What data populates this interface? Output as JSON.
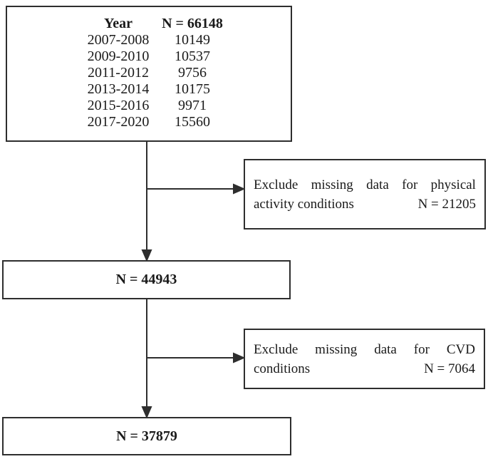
{
  "diagram": {
    "colors": {
      "border": "#2e2e2e",
      "text": "#1a1a1a",
      "background": "#ffffff"
    },
    "enrollment_table": {
      "header": {
        "year_label": "Year",
        "total_label": "N = 66148"
      },
      "rows": [
        {
          "year": "2007-2008",
          "n": "10149"
        },
        {
          "year": "2009-2010",
          "n": "10537"
        },
        {
          "year": "2011-2012",
          "n": "9756"
        },
        {
          "year": "2013-2014",
          "n": "10175"
        },
        {
          "year": "2015-2016",
          "n": "9971"
        },
        {
          "year": "2017-2020",
          "n": "15560"
        }
      ]
    },
    "exclusion_physical_activity": {
      "line1_words": {
        "w0": "Exclude",
        "w1": "missing",
        "w2": "data",
        "w3": "for",
        "w4": "physical"
      },
      "line2_left": "activity conditions",
      "line2_right": "N = 21205"
    },
    "node_after_physical_activity": "N = 44943",
    "exclusion_cvd": {
      "line1_words": {
        "w0": "Exclude",
        "w1": "missing",
        "w2": "data",
        "w3": "for",
        "w4": "CVD"
      },
      "line2_left": "conditions",
      "line2_right": "N = 7064"
    },
    "node_final": "N = 37879"
  }
}
